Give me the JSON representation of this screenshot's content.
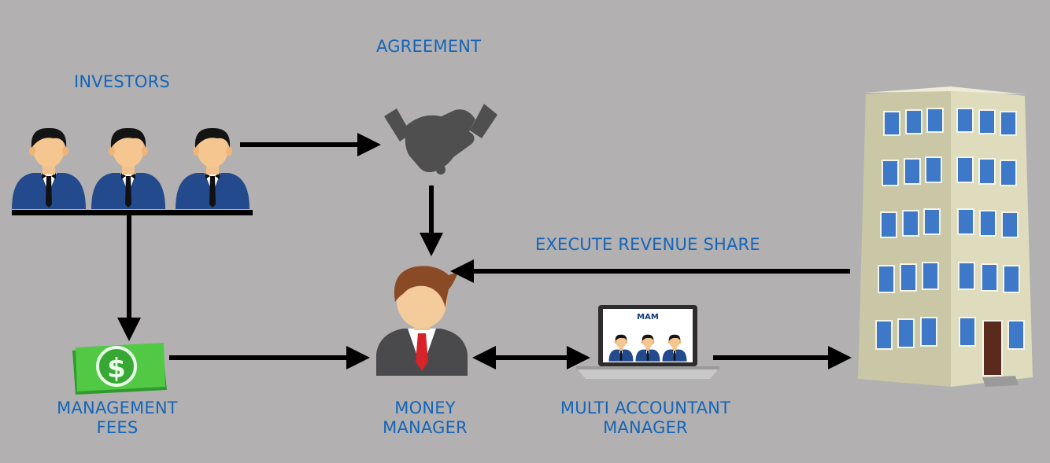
{
  "labels": {
    "investors": "INVESTORS",
    "agreement": "AGREEMENT",
    "execute_revenue_share": "EXECUTE REVENUE SHARE",
    "management_fees": [
      "MANAGEMENT",
      "FEES"
    ],
    "money_manager": [
      "MONEY",
      "MANAGER"
    ],
    "multi_accountant_manager": [
      "MULTI ACCOUNTANT",
      "MANAGER"
    ],
    "laptop_screen": "MAM"
  },
  "icons": {
    "investors": "people-group-icon",
    "agreement": "handshake-icon",
    "fees": "dollar-bill-icon",
    "manager": "businessman-icon",
    "mam": "laptop-icon",
    "broker": "building-icon"
  },
  "colors": {
    "background": "#b2b0b1",
    "label": "#1565b8",
    "arrow": "#000000",
    "suit": "#234a8c",
    "money": "#3fbf3a"
  }
}
